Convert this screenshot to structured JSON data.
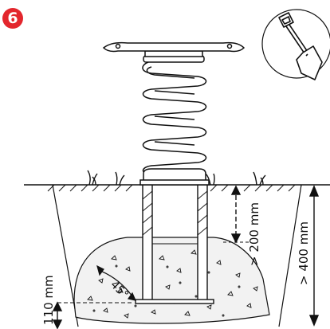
{
  "step": {
    "number": "6",
    "color": "#e3262d"
  },
  "tool_icon": "shovel-icon",
  "dimensions": {
    "depth_label": "> 200 mm",
    "total_depth_label": "> 400 mm",
    "base_label": "110 mm",
    "angle_label": "45°"
  },
  "colors": {
    "line": "#111111",
    "concrete": "#f2f2f2",
    "background": "#ffffff"
  }
}
